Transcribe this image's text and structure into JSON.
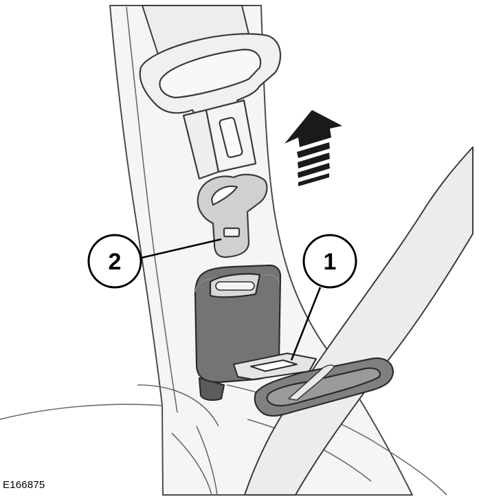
{
  "figure": {
    "id_label": "E166875",
    "callouts": [
      {
        "number": "1"
      },
      {
        "number": "2"
      }
    ],
    "arrow_direction": "up"
  },
  "colors": {
    "outline": "#3a3a3a",
    "panel_fill": "#f4f4f4",
    "belt_fill": "#e6e6e6",
    "buckle_dark": "#6b6b6b",
    "tongue_fill": "#d2d2d2"
  }
}
